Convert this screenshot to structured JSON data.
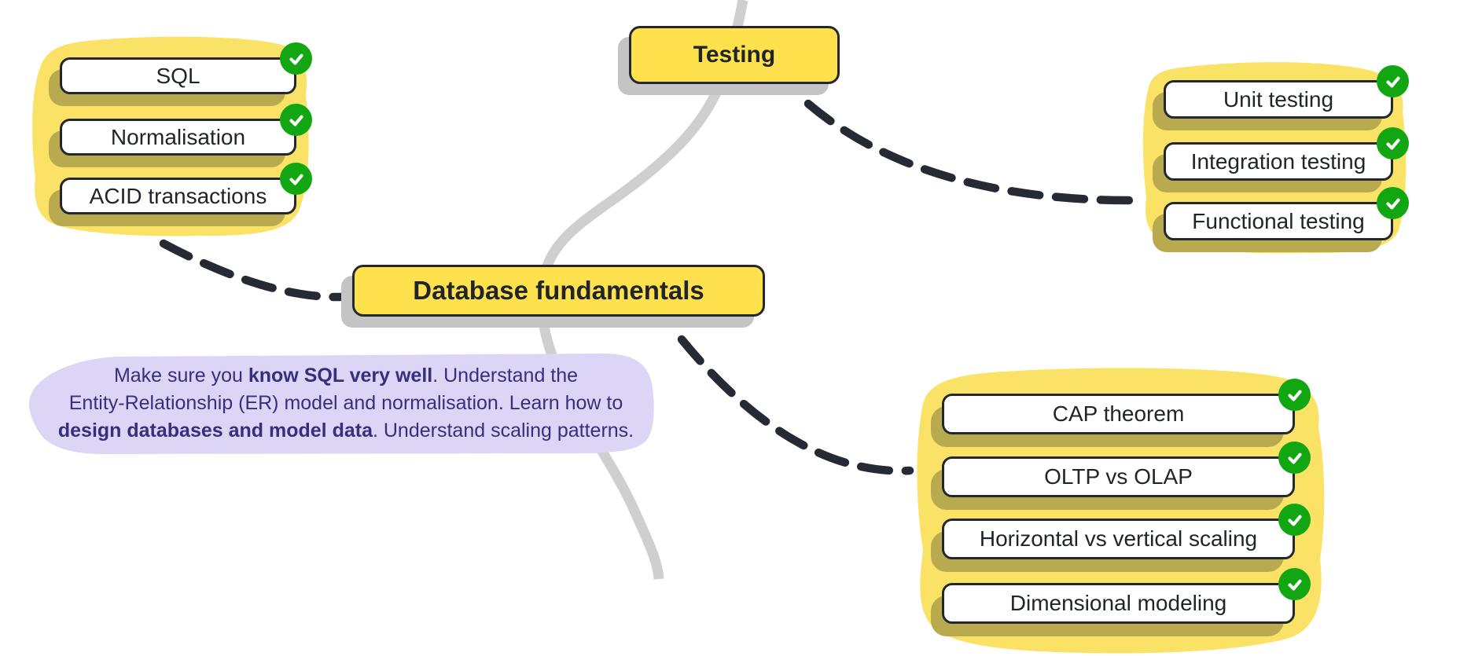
{
  "palette": {
    "node_yellow": "#FFE14D",
    "blob_yellow": "#FAE267",
    "pill_shadow_olive": "#B9AA50",
    "outline_dark": "#23272E",
    "text_dark": "#20252B",
    "drop_shadow_gray": "#C4C4C4",
    "spine_gray": "#CFCFCF",
    "check_green": "#12A712",
    "note_bg": "#DCD5F6",
    "note_text": "#372E7E"
  },
  "icons": {
    "completed_check": "check"
  },
  "nodes": {
    "testing": {
      "label": "Testing"
    },
    "database_fundamentals": {
      "label": "Database fundamentals"
    }
  },
  "clusters": {
    "sql_topics": {
      "items": [
        {
          "label": "SQL",
          "status": "done"
        },
        {
          "label": "Normalisation",
          "status": "done"
        },
        {
          "label": "ACID transactions",
          "status": "done"
        }
      ]
    },
    "testing_topics": {
      "items": [
        {
          "label": "Unit testing",
          "status": "done"
        },
        {
          "label": "Integration testing",
          "status": "done"
        },
        {
          "label": "Functional testing",
          "status": "done"
        }
      ]
    },
    "scaling_topics": {
      "items": [
        {
          "label": "CAP theorem",
          "status": "done"
        },
        {
          "label": "OLTP vs OLAP",
          "status": "done"
        },
        {
          "label": "Horizontal vs vertical scaling",
          "status": "done"
        },
        {
          "label": "Dimensional modeling",
          "status": "done"
        }
      ]
    }
  },
  "note": {
    "line1_a": "Make sure you ",
    "line1_b": "know SQL very well",
    "line1_c": ". Understand the",
    "line2": "Entity-Relationship (ER) model and normalisation. Learn how to",
    "line3_a": "design databases and model data",
    "line3_b": ". Understand scaling patterns."
  }
}
